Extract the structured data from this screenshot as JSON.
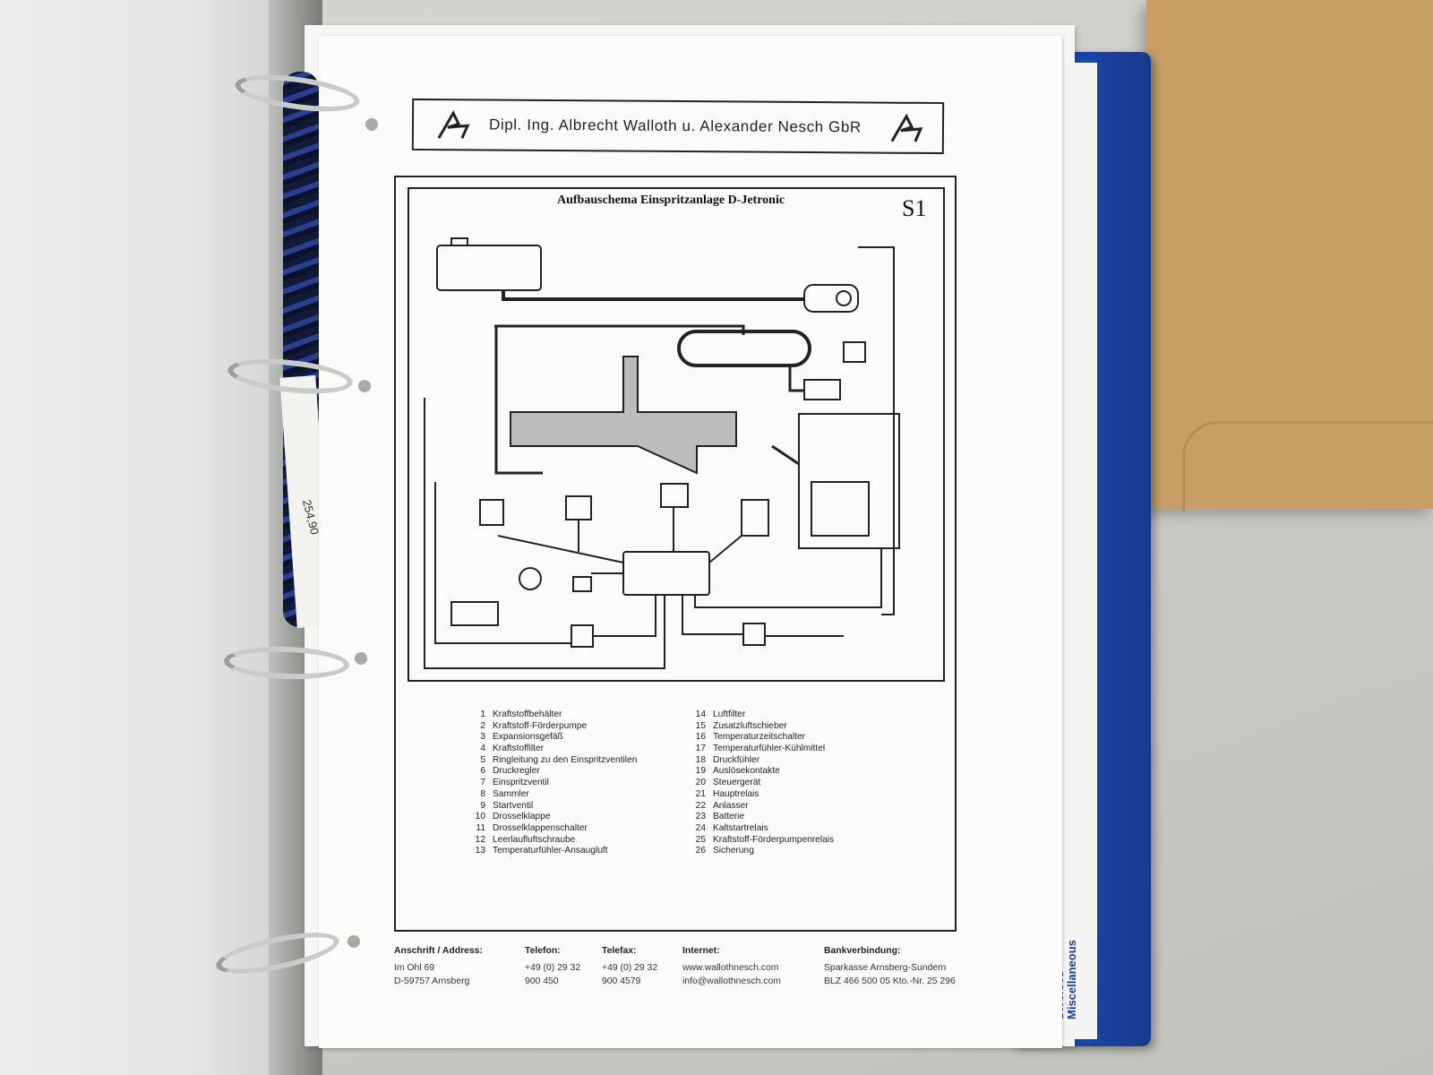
{
  "header": {
    "company": "Dipl. Ing. Albrecht Walloth u. Alexander Nesch GbR"
  },
  "diagram": {
    "title": "Aufbauschema Einspritzanlage D-Jetronic",
    "code": "S1"
  },
  "legend_left": [
    {
      "num": "1",
      "label": "Kraftstoffbehälter"
    },
    {
      "num": "2",
      "label": "Kraftstoff-Förderpumpe"
    },
    {
      "num": "3",
      "label": "Expansionsgefäß"
    },
    {
      "num": "4",
      "label": "Kraftstoffilter"
    },
    {
      "num": "5",
      "label": "Ringleitung zu den Einspritzventilen"
    },
    {
      "num": "6",
      "label": "Druckregler"
    },
    {
      "num": "7",
      "label": "Einspritzventil"
    },
    {
      "num": "8",
      "label": "Sammler"
    },
    {
      "num": "9",
      "label": "Startventil"
    },
    {
      "num": "10",
      "label": "Drosselklappe"
    },
    {
      "num": "11",
      "label": "Drosselklappenschalter"
    },
    {
      "num": "12",
      "label": "Leerlaufluftschraube"
    },
    {
      "num": "13",
      "label": "Temperaturfühler-Ansaugluft"
    }
  ],
  "legend_right": [
    {
      "num": "14",
      "label": "Luftfilter"
    },
    {
      "num": "15",
      "label": "Zusatzluftschieber"
    },
    {
      "num": "16",
      "label": "Temperaturzeitschalter"
    },
    {
      "num": "17",
      "label": "Temperaturfühler-Kühlmittel"
    },
    {
      "num": "18",
      "label": "Druckfühler"
    },
    {
      "num": "19",
      "label": "Auslösekontakte"
    },
    {
      "num": "20",
      "label": "Steuergerät"
    },
    {
      "num": "21",
      "label": "Hauptrelais"
    },
    {
      "num": "22",
      "label": "Anlasser"
    },
    {
      "num": "23",
      "label": "Batterie"
    },
    {
      "num": "24",
      "label": "Kaltstartrelais"
    },
    {
      "num": "25",
      "label": "Kraftstoff-Förderpumpenrelais"
    },
    {
      "num": "26",
      "label": "Sicherung"
    }
  ],
  "footer": {
    "address": {
      "head": "Anschrift / Address:",
      "lines": [
        "Im Ohl 69",
        "D-59757 Arnsberg"
      ]
    },
    "phone": {
      "head": "Telefon:",
      "lines": [
        "+49 (0) 29 32",
        "900 450"
      ]
    },
    "fax": {
      "head": "Telefax:",
      "lines": [
        "+49 (0) 29 32",
        "900 4579"
      ]
    },
    "internet": {
      "head": "Internet:",
      "lines": [
        "www.wallothnesch.com",
        "info@wallothnesch.com"
      ]
    },
    "bank": {
      "head": "Bankverbindung:",
      "lines": [
        "Sparkasse Arnsberg-Sundern",
        "BLZ 466 500 05  Kto.-Nr. 25 296"
      ]
    }
  },
  "tab": {
    "line1": "Diverses",
    "line2": "Miscellaneous"
  },
  "receipt": {
    "amount": "254,90"
  },
  "colors": {
    "binder_blue": "#1a44a3",
    "envelope": "#c89e66",
    "ink": "#222222"
  }
}
